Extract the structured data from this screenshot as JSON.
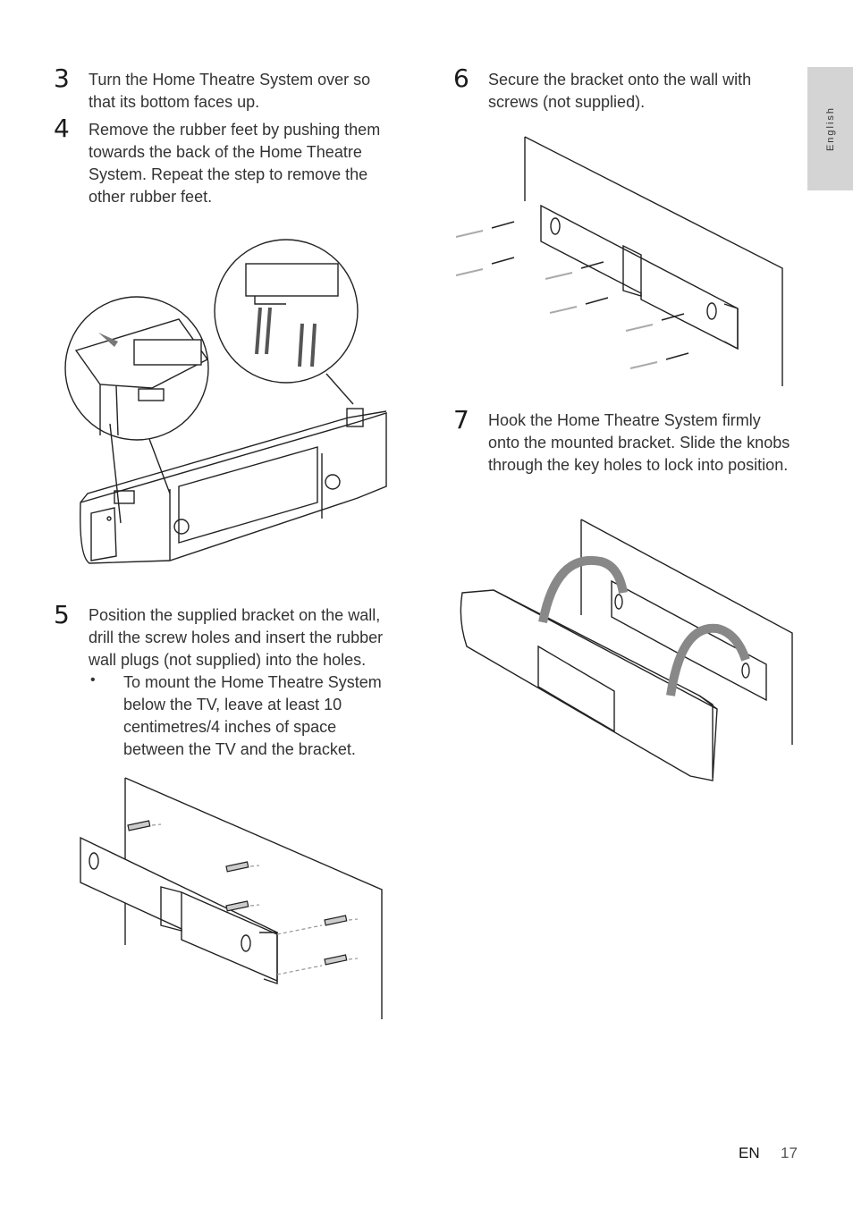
{
  "side_tab": {
    "language": "English"
  },
  "steps": [
    {
      "number": "3",
      "text": "Turn the Home Theatre System over so that its bottom faces up."
    },
    {
      "number": "4",
      "text": "Remove the rubber feet by pushing them towards the back of the Home Theatre System. Repeat the step to remove the other rubber feet."
    },
    {
      "number": "5",
      "text": "Position the supplied bracket on the wall, drill the screw holes and insert the rubber wall plugs (not supplied) into the holes.",
      "bullet": "To mount the Home Theatre System below the TV, leave at least 10 centimetres/4 inches of space between the TV and the bracket."
    },
    {
      "number": "6",
      "text": "Secure the bracket onto the wall with screws (not supplied)."
    },
    {
      "number": "7",
      "text": "Hook the Home Theatre System firmly onto the mounted bracket. Slide the knobs through the key holes to lock into position."
    }
  ],
  "footer": {
    "language_code": "EN",
    "page_number": "17"
  }
}
